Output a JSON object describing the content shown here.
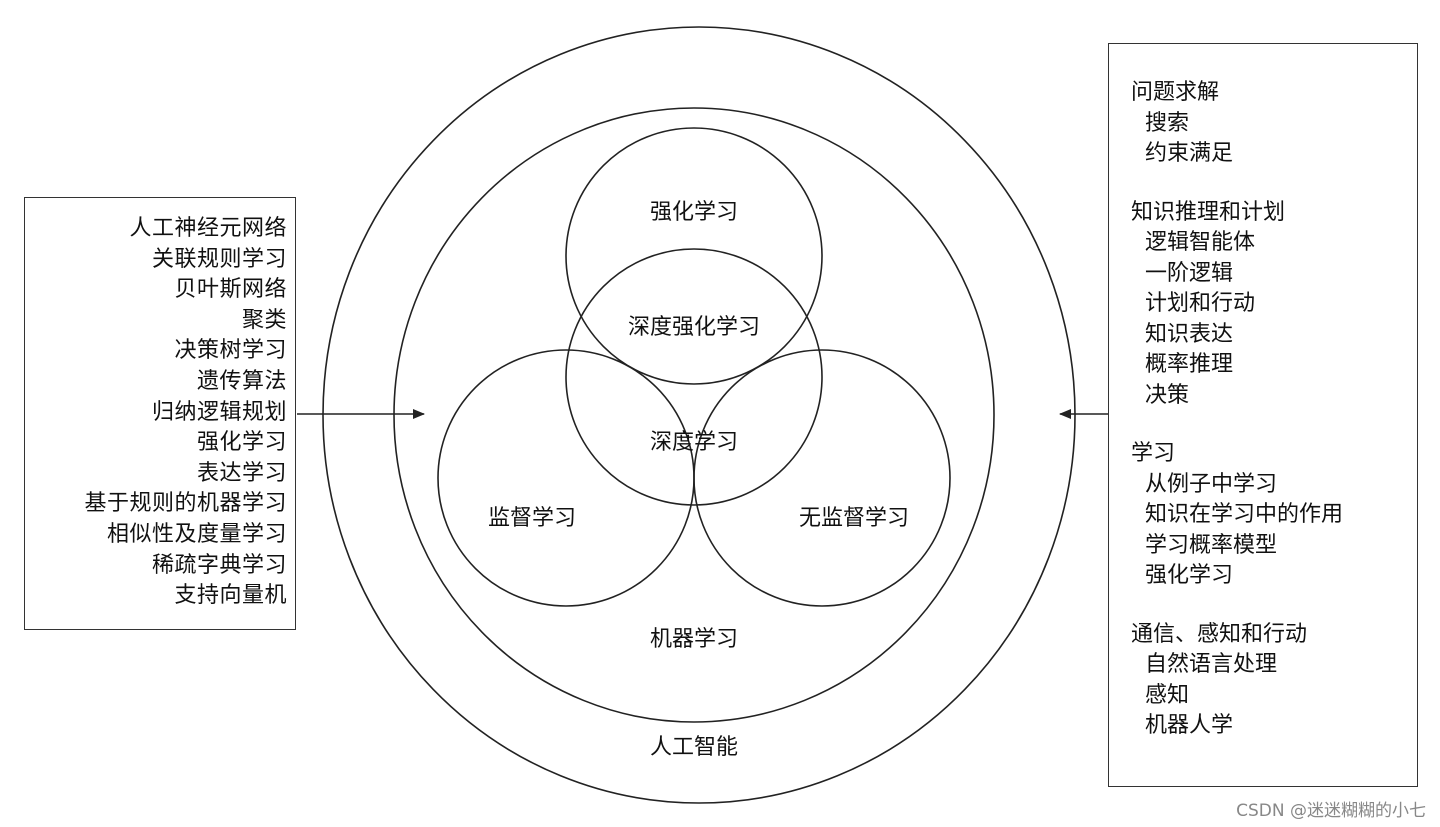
{
  "diagram": {
    "circles": {
      "outer": "人工智能",
      "middle": "机器学习",
      "top": "强化学习",
      "top_overlap": "深度强化学习",
      "center": "深度学习",
      "left": "监督学习",
      "right": "无监督学习"
    },
    "left_list": [
      "人工神经元网络",
      "关联规则学习",
      "贝叶斯网络",
      "聚类",
      "决策树学习",
      "遗传算法",
      "归纳逻辑规划",
      "强化学习",
      "表达学习",
      "基于规则的机器学习",
      "相似性及度量学习",
      "稀疏字典学习",
      "支持向量机"
    ],
    "right_groups": [
      {
        "title": "问题求解",
        "items": [
          "搜索",
          "约束满足"
        ]
      },
      {
        "title": "知识推理和计划",
        "items": [
          "逻辑智能体",
          "一阶逻辑",
          "计划和行动",
          "知识表达",
          "概率推理",
          "决策"
        ]
      },
      {
        "title": "学习",
        "items": [
          "从例子中学习",
          "知识在学习中的作用",
          "学习概率模型",
          "强化学习"
        ]
      },
      {
        "title": "通信、感知和行动",
        "items": [
          "自然语言处理",
          "感知",
          "机器人学"
        ]
      }
    ]
  },
  "watermark": "CSDN @迷迷糊糊的小七"
}
